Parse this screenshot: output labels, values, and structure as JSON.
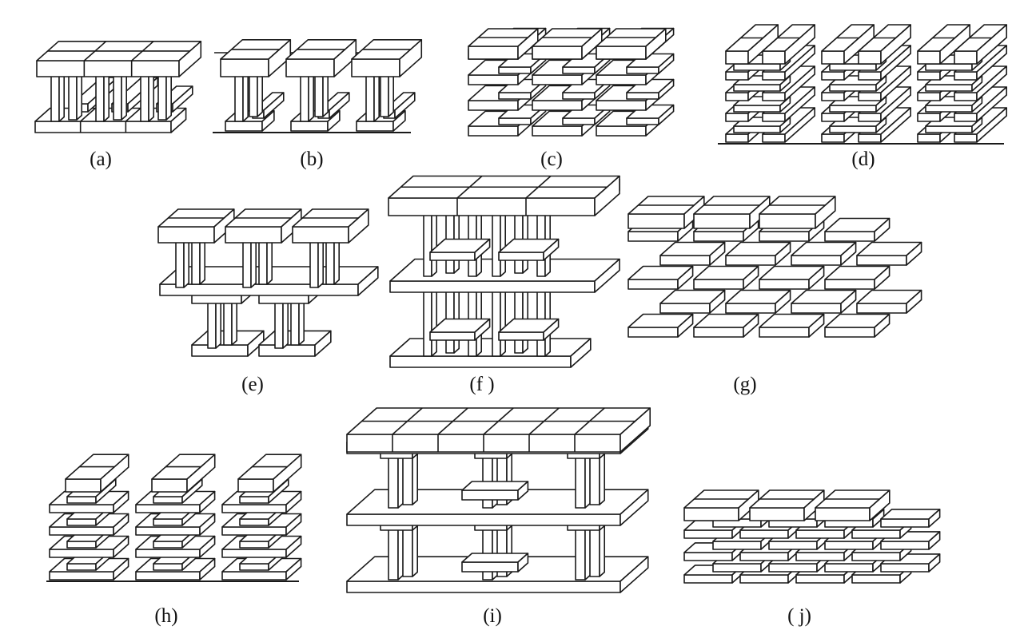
{
  "figures": [
    {
      "id": "a",
      "caption": "(a)"
    },
    {
      "id": "b",
      "caption": "(b)"
    },
    {
      "id": "c",
      "caption": "(c)"
    },
    {
      "id": "d",
      "caption": "(d)"
    },
    {
      "id": "e",
      "caption": "(e)"
    },
    {
      "id": "f",
      "caption": "(f )"
    },
    {
      "id": "g",
      "caption": "(g)"
    },
    {
      "id": "h",
      "caption": "(h)"
    },
    {
      "id": "i",
      "caption": "(i)"
    },
    {
      "id": "j",
      "caption": "( j)"
    }
  ],
  "colors": {
    "line": "#1a1a1a",
    "fill": "#ffffff",
    "background": "#ffffff"
  }
}
